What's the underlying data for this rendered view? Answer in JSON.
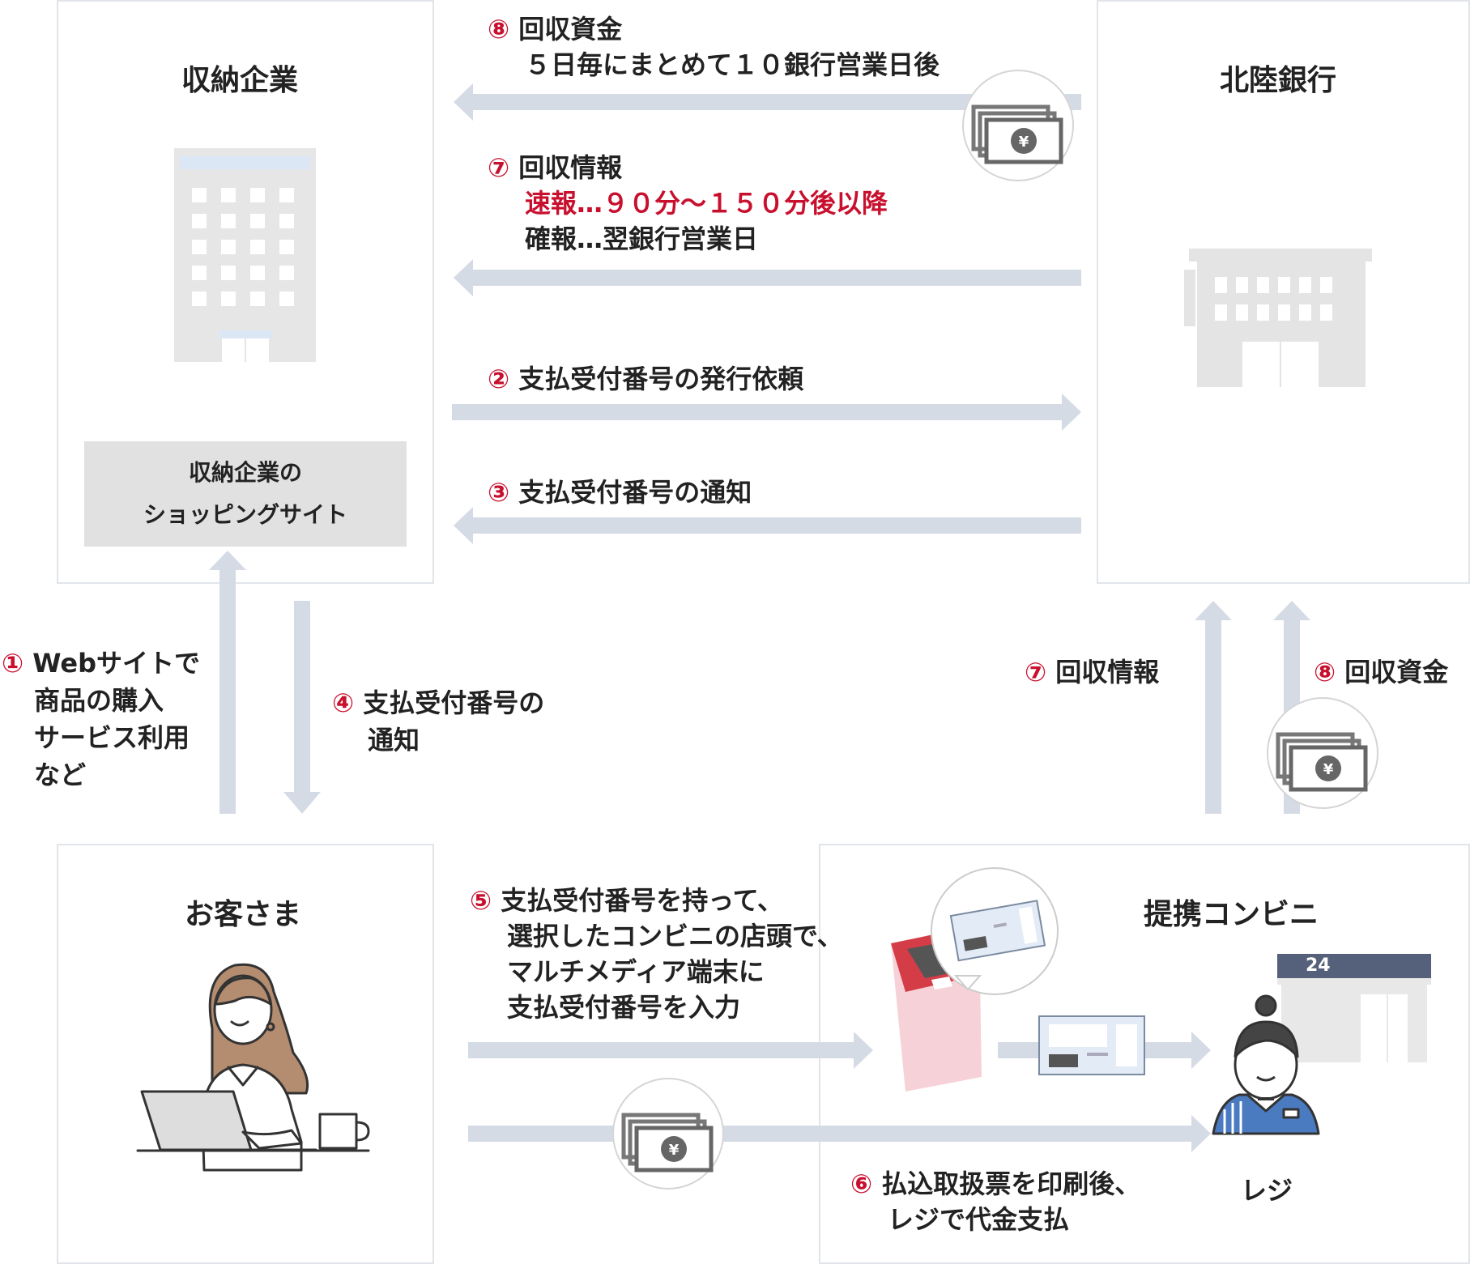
{
  "actors": {
    "company": {
      "title": "収納企業"
    },
    "shop_site": {
      "line1": "収納企業の",
      "line2": "ショッピングサイト"
    },
    "bank": {
      "title": "北陸銀行"
    },
    "customer": {
      "title": "お客さま"
    },
    "store": {
      "title": "提携コンビニ",
      "register_label": "レジ",
      "store_sign": "24"
    }
  },
  "flows": {
    "f8_top": {
      "num": "⑧",
      "line1": "回収資金",
      "line2": "５日毎にまとめて１０銀行営業日後"
    },
    "f7_top": {
      "num": "⑦",
      "line1": "回収情報",
      "line2": "速報…９０分～１５０分後以降",
      "line3": "確報…翌銀行営業日"
    },
    "f2": {
      "num": "②",
      "text": "支払受付番号の発行依頼"
    },
    "f3": {
      "num": "③",
      "text": "支払受付番号の通知"
    },
    "f1": {
      "num": "①",
      "line1": "Webサイトで",
      "line2": "商品の購入",
      "line3": "サービス利用",
      "line4": "など"
    },
    "f4": {
      "num": "④",
      "line1": "支払受付番号の",
      "line2": "通知"
    },
    "f7_right": {
      "num": "⑦",
      "text": "回収情報"
    },
    "f8_right": {
      "num": "⑧",
      "text": "回収資金"
    },
    "f5": {
      "num": "⑤",
      "line1": "支払受付番号を持って、",
      "line2": "選択したコンビニの店頭で、",
      "line3": "マルチメディア端末に",
      "line4": "支払受付番号を入力"
    },
    "f6": {
      "num": "⑥",
      "line1": "払込取扱票を印刷後、",
      "line2": "レジで代金支払"
    }
  },
  "icons": [
    "building-icon",
    "bank-icon",
    "money-icon",
    "woman-laptop-icon",
    "kiosk-icon",
    "slip-icon",
    "cashier-icon",
    "convenience-store-icon"
  ],
  "colors": {
    "arrow": "#d5dbe5",
    "accent_red": "#c8102e",
    "box_border": "#e1e4e9",
    "icon_gray": "#e4e4e4"
  }
}
